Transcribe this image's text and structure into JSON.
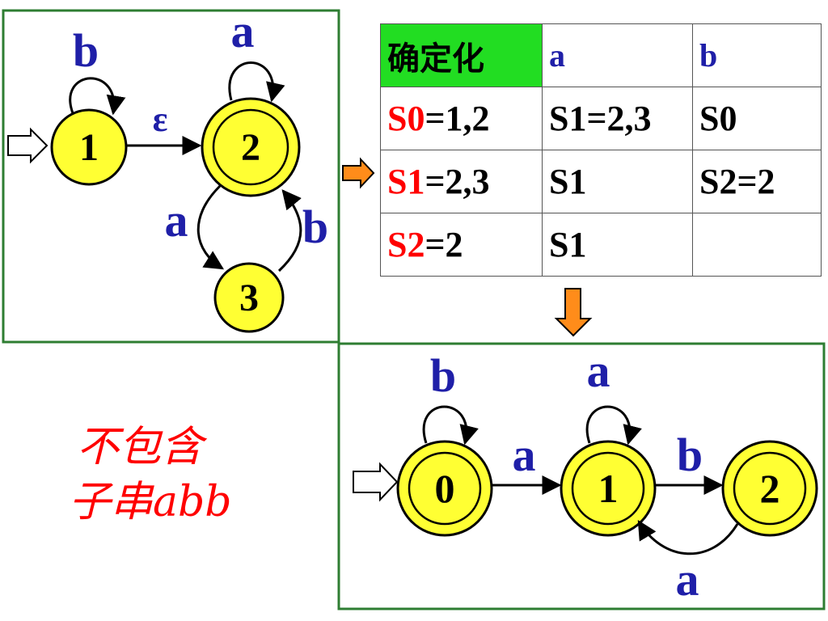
{
  "nfa": {
    "states": [
      {
        "label": "1",
        "accepting": false
      },
      {
        "label": "2",
        "accepting": true
      },
      {
        "label": "3",
        "accepting": false
      }
    ],
    "edges": {
      "loop_1": "b",
      "one_to_two": "ε",
      "loop_2": "a",
      "two_to_three": "a",
      "three_to_two": "b"
    }
  },
  "table": {
    "header": [
      "确定化",
      "a",
      "b"
    ],
    "rows": [
      {
        "name": "S0",
        "set": "=1,2",
        "on_a": "S1=2,3",
        "on_b": "S0"
      },
      {
        "name": "S1",
        "set": "=2,3",
        "on_a": "S1",
        "on_b": "S2=2"
      },
      {
        "name": "S2",
        "set": "=2",
        "on_a": "S1",
        "on_b": ""
      }
    ]
  },
  "dfa": {
    "states": [
      {
        "label": "0",
        "accepting": true
      },
      {
        "label": "1",
        "accepting": true
      },
      {
        "label": "2",
        "accepting": true
      }
    ],
    "edges": {
      "loop_0": "b",
      "zero_to_one": "a",
      "loop_1": "a",
      "one_to_two": "b",
      "two_to_one": "a"
    }
  },
  "note": {
    "line1": "不包含",
    "line2": "子串abb"
  },
  "colors": {
    "state_fill": "#ffff33",
    "frame": "#2e7d32",
    "label_blue": "#1f1fa8",
    "note_red": "#ff0000",
    "header_green": "#22dd22",
    "arrow_orange": "#ff8c1a"
  }
}
